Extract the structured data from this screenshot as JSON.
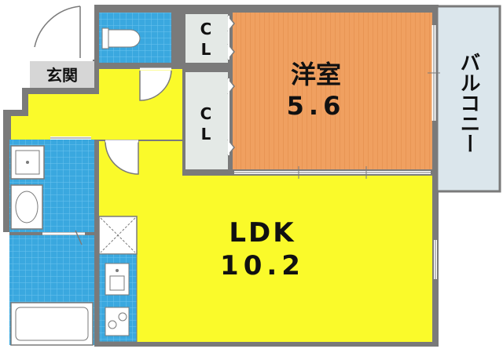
{
  "rooms": {
    "western_room": {
      "name": "洋室",
      "size": "5.6"
    },
    "ldk": {
      "name": "LDK",
      "size": "10.2"
    },
    "entrance": {
      "name": "玄関"
    },
    "closet_upper": {
      "name": "CL"
    },
    "closet_lower": {
      "name": "CL"
    },
    "balcony": {
      "name": "バルコニー"
    }
  },
  "colors": {
    "western_room": "#f0a060",
    "ldk": "#fafa2a",
    "wet_area": "#39a9e0",
    "closet": "#e4e9e6",
    "balcony": "#dbe6ec",
    "entrance": "#d6d6d6",
    "wall": "#777777"
  }
}
